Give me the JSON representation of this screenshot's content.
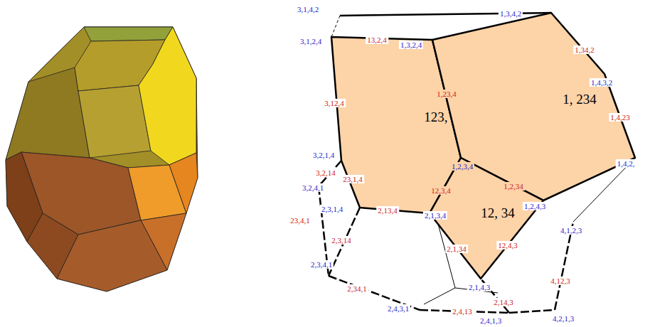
{
  "diagram": {
    "nodes": [
      {
        "text": [
          "123, 4"
        ]
      },
      {
        "text": [
          "1, 234"
        ]
      },
      {
        "text": [
          "12, 34"
        ]
      }
    ],
    "labels": [
      "3,1,4,2",
      "1,3,4,2",
      "3,1,2,4",
      "13,2,4",
      "1,3,2,4",
      "1,34,2",
      "1,4,3,2",
      "1,23,4",
      "3,12,4",
      "1,4,23",
      "3,2,1,4",
      "1,4,2,",
      "1,2,3,4",
      "23,1,4",
      "3,2,14",
      "3,2,4,1",
      "1,2,34",
      "12,3,4",
      "1,2,4,3",
      "2,3,1,4",
      "2,13,4",
      "2,1,3,4",
      "23,4,1",
      "4,1,2,3",
      "2,3,14",
      "12,4,3",
      "2,1,34",
      "2,3,4,1",
      "4,12,3",
      "2,1,4,3",
      "2,34,1",
      "2,14,3",
      "2,4,3,1",
      "4,2,1,3",
      "2,4,13",
      "2,4,1,3"
    ]
  }
}
